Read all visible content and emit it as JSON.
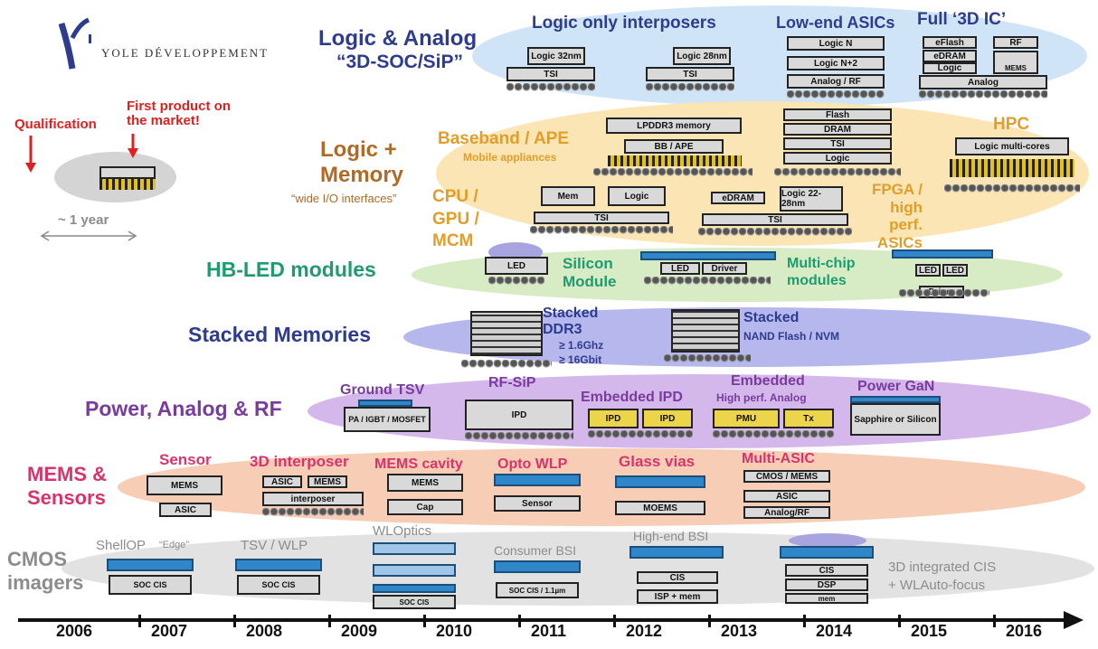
{
  "logo": {
    "text": "YOLE DÉVELOPPEMENT"
  },
  "legend": {
    "qualification": "Qualification",
    "first_product": "First product on the market!",
    "duration": "~ 1 year"
  },
  "rows": {
    "logic_analog": {
      "title": "Logic & Analog",
      "subtitle": "“3D-SOC/SiP”",
      "groups": [
        "Logic only interposers",
        "Low-end ASICs",
        "Full ‘3D IC’"
      ],
      "chips": [
        "Logic 32nm",
        "TSI",
        "Logic 28nm",
        "TSI",
        "Logic N",
        "Logic N+2",
        "Analog / RF",
        "eFlash",
        "RF",
        "eDRAM",
        "Logic",
        "MEMS",
        "Analog"
      ]
    },
    "logic_memory": {
      "title": "Logic + Memory",
      "subtitle": "“wide I/O interfaces”",
      "groups": [
        "Baseband / APE",
        "Mobile appliances",
        "CPU / GPU / MCM",
        "FPGA / high perf. ASICs",
        "HPC"
      ],
      "chips": [
        "LPDDR3 memory",
        "BB / APE",
        "Flash",
        "DRAM",
        "TSI",
        "Logic",
        "Mem",
        "TSI",
        "Logic",
        "eDRAM",
        "TSI",
        "Logic 22-28nm",
        "Logic multi-cores"
      ]
    },
    "hbled": {
      "title": "HB-LED modules",
      "groups": [
        "Silicon Module",
        "Multi-chip modules"
      ],
      "chips": [
        "LED",
        "LED",
        "Driver",
        "LED",
        "LED",
        "Driver"
      ]
    },
    "stacked": {
      "title": "Stacked Memories",
      "groups": [
        "Stacked DDR3",
        "≥ 1.6Ghz",
        "≥ 16Gbit",
        "Stacked",
        "NAND Flash / NVM"
      ]
    },
    "power": {
      "title": "Power, Analog & RF",
      "groups": [
        "Ground TSV",
        "RF-SiP",
        "Embedded IPD",
        "Embedded",
        "High perf. Analog",
        "Power GaN"
      ],
      "chips": [
        "PA / IGBT / MOSFET",
        "IPD",
        "IPD",
        "IPD",
        "PMU",
        "Tx",
        "Sapphire or Silicon"
      ]
    },
    "mems": {
      "title": "MEMS & Sensors",
      "groups": [
        "Sensor",
        "3D interposer",
        "MEMS cavity",
        "Opto WLP",
        "Glass vias",
        "Multi-ASIC"
      ],
      "chips": [
        "MEMS",
        "ASIC",
        "ASIC",
        "MEMS",
        "interposer",
        "MEMS",
        "Cap",
        "Sensor",
        "MOEMS",
        "CMOS / MEMS",
        "ASIC",
        "Analog/RF"
      ]
    },
    "cmos": {
      "title": "CMOS imagers",
      "groups": [
        "ShellOP",
        "“Edge”",
        "TSV / WLP",
        "WLOptics",
        "Consumer BSI",
        "High-end BSI",
        "3D integrated CIS",
        "+ WLAuto-focus"
      ],
      "chips": [
        "SOC CIS",
        "SOC CIS",
        "SOC CIS",
        "SOC CIS / 1.1µm",
        "CIS",
        "ISP + mem",
        "CIS",
        "DSP",
        "mem"
      ]
    }
  },
  "years": [
    "2006",
    "2007",
    "2008",
    "2009",
    "2010",
    "2011",
    "2012",
    "2013",
    "2014",
    "2015",
    "2016"
  ],
  "colors": {
    "navy": "#2e3c8f",
    "brown": "#b06a26",
    "green": "#1e9c6f",
    "purple": "#7a3b9e",
    "magenta": "#d8336a",
    "gray": "#8c8c8c",
    "orange": "#e39e2a",
    "red": "#e0201f"
  }
}
